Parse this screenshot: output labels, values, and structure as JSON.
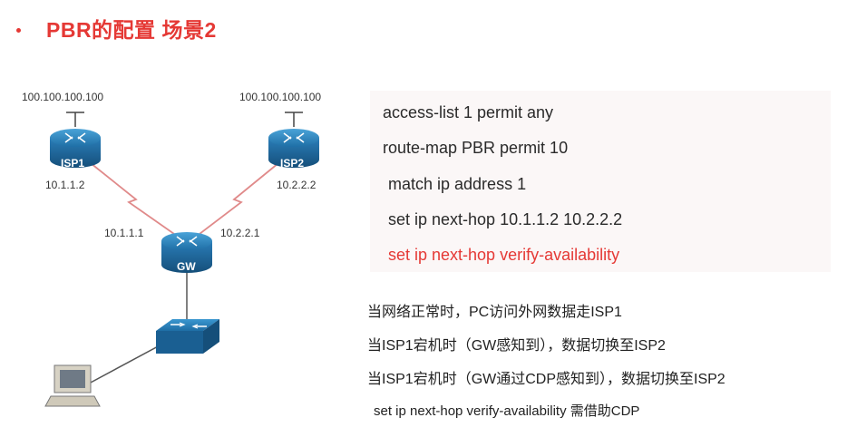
{
  "title": "PBR的配置 场景2",
  "diagram": {
    "isp1": {
      "label": "ISP1",
      "top_ip": "100.100.100.100",
      "link_ip": "10.1.1.2"
    },
    "isp2": {
      "label": "ISP2",
      "top_ip": "100.100.100.100",
      "link_ip": "10.2.2.2"
    },
    "gw": {
      "label": "GW",
      "ip_left": "10.1.1.1",
      "ip_right": "10.2.2.1"
    },
    "colors": {
      "router": "#1f6fa6",
      "serial_link": "#e08a8a"
    }
  },
  "config_lines": [
    "access-list 1 permit any",
    "route-map PBR permit 10",
    "match ip address 1",
    "set ip next-hop 10.1.1.2 10.2.2.2",
    "set ip next-hop verify-availability"
  ],
  "notes": [
    "当网络正常时，PC访问外网数据走ISP1",
    "当ISP1宕机时（GW感知到），数据切换至ISP2",
    "当ISP1宕机时（GW通过CDP感知到），数据切换至ISP2",
    "set ip next-hop  verify-availability  需借助CDP"
  ]
}
